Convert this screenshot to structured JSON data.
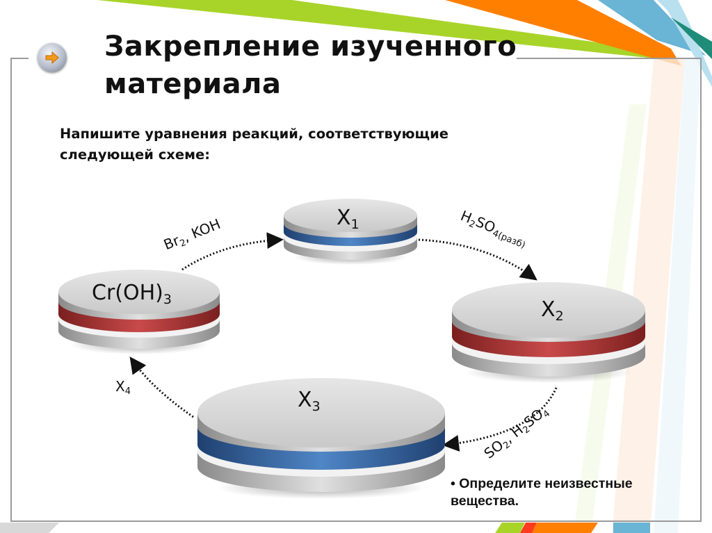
{
  "slide": {
    "title_line1": "Закрепление изученного",
    "title_line2": "материала",
    "instruction_line1": "Напишите уравнения реакций, соответствующие",
    "instruction_line2": "следующей схеме:",
    "note_line1": "• Определите неизвестные",
    "note_line2": "вещества.",
    "nav_icon": "arrow-right-icon"
  },
  "scheme": {
    "nodes": [
      {
        "id": "croh3",
        "main": "Cr(OH)",
        "sub": "3",
        "band_color": "#b83a3a"
      },
      {
        "id": "x1",
        "main": "X",
        "sub": "1",
        "band_color": "#3f6ea8"
      },
      {
        "id": "x2",
        "main": "X",
        "sub": "2",
        "band_color": "#b83a3a"
      },
      {
        "id": "x3",
        "main": "X",
        "sub": "3",
        "band_color": "#3f6ea8"
      }
    ],
    "edges": [
      {
        "from": "croh3",
        "to": "x1",
        "reagent_a": "Br",
        "reagent_a_sub": "2",
        "reagent_b": ", KOH"
      },
      {
        "from": "x1",
        "to": "x2",
        "reagent_a": "H",
        "reagent_a_sub": "2",
        "reagent_b": "SO",
        "reagent_b_sub": "4(разб)"
      },
      {
        "from": "x2",
        "to": "x3",
        "reagent_a": "SO",
        "reagent_a_sub": "2",
        "reagent_b": ", H",
        "reagent_b_sub": "2",
        "reagent_c": "SO",
        "reagent_c_sub": "4"
      },
      {
        "from": "x3",
        "to": "croh3",
        "reagent_a": "X",
        "reagent_a_sub": "4"
      }
    ]
  },
  "colors": {
    "green_stripe": "#a8d42a",
    "orange_stripe": "#ff7f00",
    "blue_stripe": "#6ab4d6",
    "light_blue_stripe": "#b9e0ef",
    "teal_stripe": "#1e8c78",
    "frame": "#9a9a9a"
  }
}
